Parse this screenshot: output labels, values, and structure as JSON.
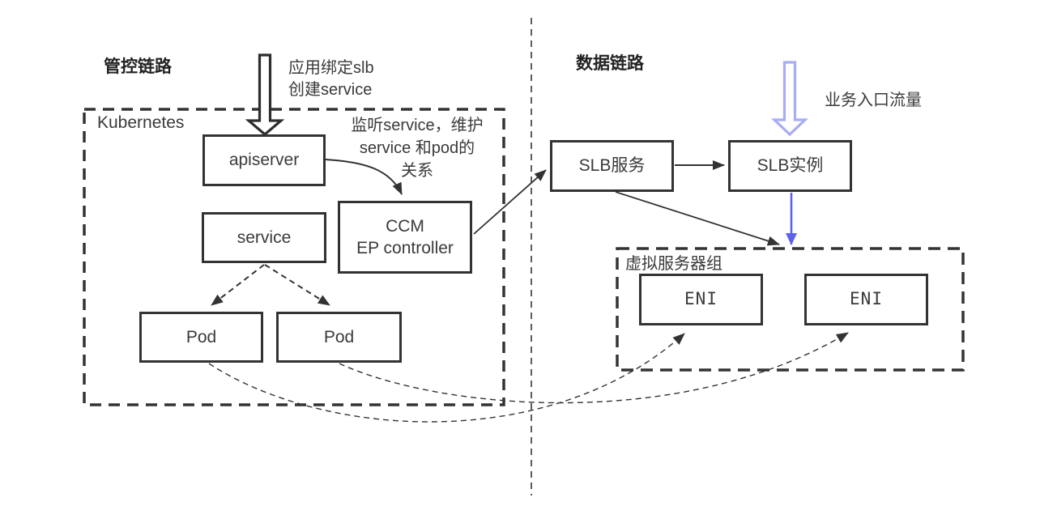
{
  "sections": {
    "control": {
      "title": "管控链路"
    },
    "data": {
      "title": "数据链路"
    }
  },
  "groups": {
    "kubernetes": {
      "label": "Kubernetes"
    },
    "virtual_server_group": {
      "label": "虚拟服务器组"
    }
  },
  "nodes": {
    "apiserver": {
      "label": "apiserver"
    },
    "service": {
      "label": "service"
    },
    "pod1": {
      "label": "Pod"
    },
    "pod2": {
      "label": "Pod"
    },
    "ccm": {
      "label": "CCM\nEP controller"
    },
    "slb_service": {
      "label": "SLB服务"
    },
    "slb_instance": {
      "label": "SLB实例"
    },
    "eni1": {
      "label": "ENI"
    },
    "eni2": {
      "label": "ENI"
    }
  },
  "annotations": {
    "bind_slb": {
      "text": "应用绑定slb\n创建service"
    },
    "watch_service": {
      "text": "监听service，维护\nservice 和pod的\n关系"
    },
    "ingress_traffic": {
      "text": "业务入口流量"
    }
  },
  "colors": {
    "line": "#333333",
    "blue_arrow": "#5b64e8",
    "blue_hollow": "#a7adf4"
  }
}
